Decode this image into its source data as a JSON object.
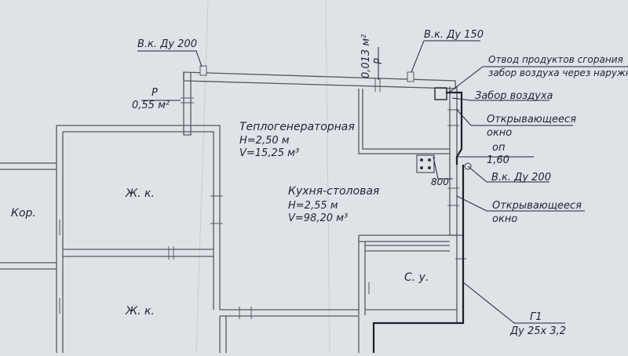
{
  "rooms": {
    "boiler": {
      "name": "Теплогенераторная",
      "h": "H=2,50 м",
      "v": "V=15,25 м³"
    },
    "kitchen": {
      "name": "Кухня-столовая",
      "h": "H=2,55 м",
      "v": "V=98,20 м³"
    },
    "living1": "Ж. к.",
    "living2": "Ж. к.",
    "corridor": "Кор.",
    "bathroom": "С. у."
  },
  "labels": {
    "vent_left": "В.к. Ду 200",
    "vent_top": "В.к. Ду 150",
    "p_left": "P",
    "p_left_area": "0,55 м²",
    "p_top": "P",
    "p_top_area": "0,013 м²",
    "exhaust_line1": "Отвод продуктов сгорания",
    "exhaust_line2": "забор воздуха через наружн",
    "air_intake": "Забор воздуха",
    "window1_line1": "Открывающееся",
    "window1_line2": "окно",
    "op_line1": "оп",
    "op_line2": "1,60",
    "vent_right": "В.к. Ду 200",
    "window2_line1": "Открывающееся",
    "window2_line2": "окно",
    "dim_800": "800",
    "gas_line1": "Г1",
    "gas_line2": "Ду 25х 3,2"
  },
  "colors": {
    "paper": "#dfe3e8",
    "ink": "#1e2330",
    "wall": "#55595f"
  }
}
